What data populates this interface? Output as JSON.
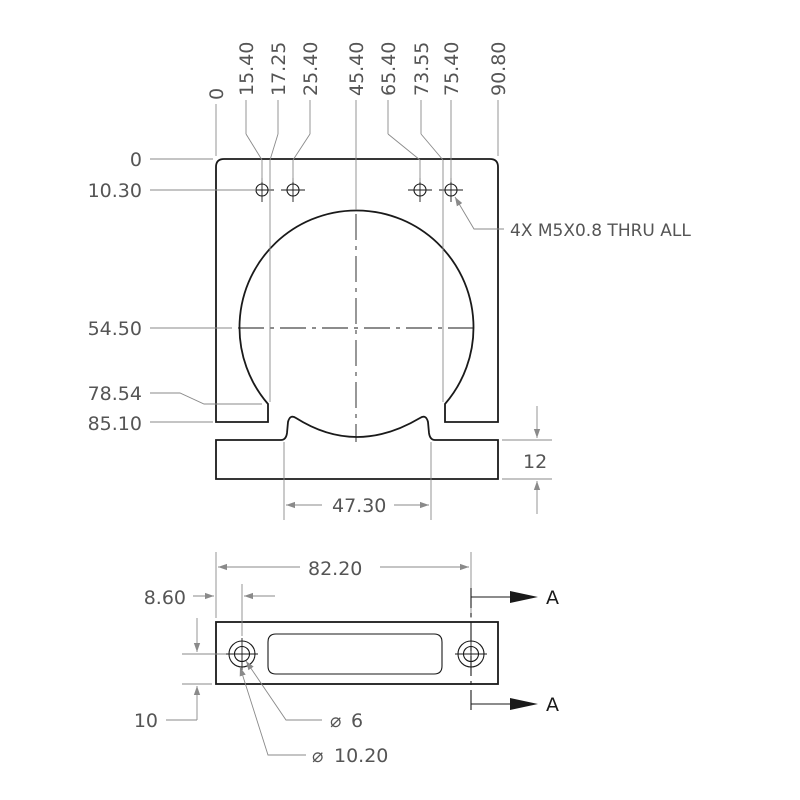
{
  "drawing": {
    "x_ordinates": [
      "0",
      "15.40",
      "17.25",
      "25.40",
      "45.40",
      "65.40",
      "73.55",
      "75.40",
      "90.80"
    ],
    "y_ordinates": {
      "y0": "0",
      "y10": "10.30",
      "y54": "54.50",
      "y78": "78.54",
      "y85": "85.10"
    },
    "hole_note": "4X M5X0.8 THRU ALL",
    "base_height": "12",
    "gap_width": "47.30",
    "bottom_view": {
      "overall_width": "82.20",
      "offset_x": "8.60",
      "offset_y": "10",
      "hole_diameter": "6",
      "cbore_diameter": "10.20",
      "diameter_symbol": "⌀",
      "section_label_top": "A",
      "section_label_bottom": "A"
    }
  }
}
